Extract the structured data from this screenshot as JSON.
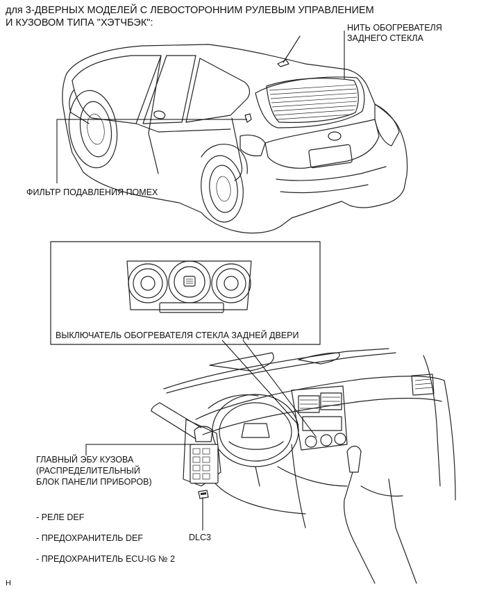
{
  "heading": {
    "line1": "для 3-ДВЕРНЫХ МОДЕЛЕЙ С ЛЕВОСТОРОННИМ РУЛЕВЫМ УПРАВЛЕНИЕМ",
    "line2": "И КУЗОВОМ ТИПА \"ХЭТЧБЭК\":"
  },
  "labels": {
    "rear_heater_wire": [
      "НИТЬ ОБОГРЕВАТЕЛЯ",
      "ЗАДНЕГО СТЕКЛА"
    ],
    "noise_filter": "ФИЛЬТР ПОДАВЛЕНИЯ ПОМЕХ",
    "defogger_switch": "ВЫКЛЮЧАТЕЛЬ ОБОГРЕВАТЕЛЯ СТЕКЛА ЗАДНЕЙ ДВЕРИ",
    "main_body_ecu": [
      "ГЛАВНЫЙ ЭБУ КУЗОВА",
      "(РАСПРЕДЕЛИТЕЛЬНЫЙ",
      "БЛОК ПАНЕЛИ ПРИБОРОВ)"
    ],
    "components": [
      "- РЕЛЕ DEF",
      "- ПРЕДОХРАНИТЕЛЬ DEF",
      "- ПРЕДОХРАНИТЕЛЬ ECU-IG № 2"
    ],
    "dlc3": "DLC3"
  },
  "footer": {
    "code": "H"
  }
}
